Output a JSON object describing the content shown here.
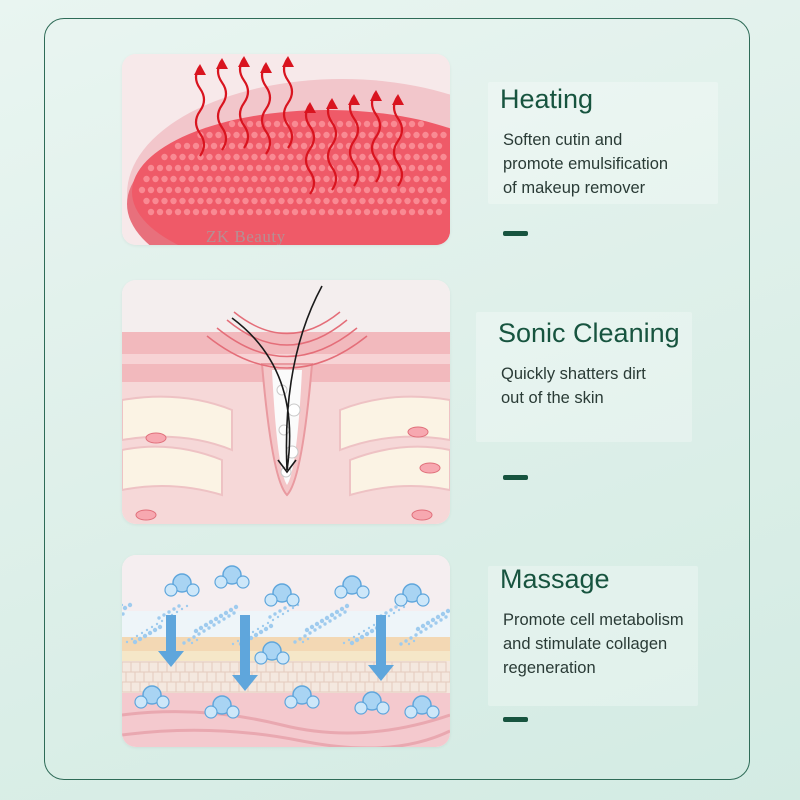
{
  "features": [
    {
      "title": "Heating",
      "lines": [
        "Soften cutin and",
        "promote emulsification",
        "of makeup remover"
      ]
    },
    {
      "title": "Sonic Cleaning",
      "lines": [
        "Quickly shatters dirt",
        "out of the skin"
      ]
    },
    {
      "title": "Massage",
      "lines": [
        "Promote cell metabolism",
        "and stimulate collagen",
        "regeneration"
      ]
    }
  ],
  "watermark": "ZK Beauty",
  "colors": {
    "accent": "#17543f",
    "border": "#2e6b57",
    "brush": "#ef5a68",
    "heat_arrow": "#d9141f",
    "water": "#7bbbe6"
  },
  "icons": [
    "heat-arrow-icon",
    "down-arrow-icon",
    "water-molecule-icon"
  ]
}
